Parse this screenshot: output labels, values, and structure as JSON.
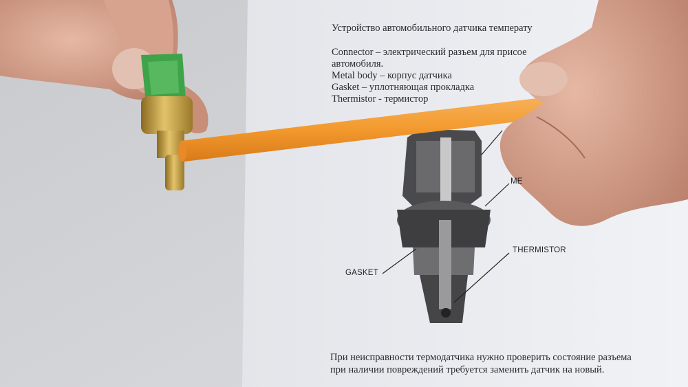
{
  "document": {
    "title": "Устройство автомобильного датчика температу",
    "lines": [
      "Connector – электрический разъем для присое",
      "автомобиля.",
      "Metal body – корпус датчика",
      "Gasket – уплотняющая прокладка",
      "Thermistor - термистор"
    ],
    "footer": [
      "При неисправности термодатчика нужно проверить состояние разъема",
      "при наличии повреждений требуется заменить датчик на новый."
    ]
  },
  "diagram": {
    "labels": {
      "metal_body": "ME",
      "thermistor": "THERMISTOR",
      "gasket": "GASKET"
    }
  },
  "colors": {
    "pencil": "#f39a2e",
    "connector": "#3fa34a",
    "brass": "#c9a441",
    "paper": "#eceef2",
    "skin": "#d9a08a"
  }
}
